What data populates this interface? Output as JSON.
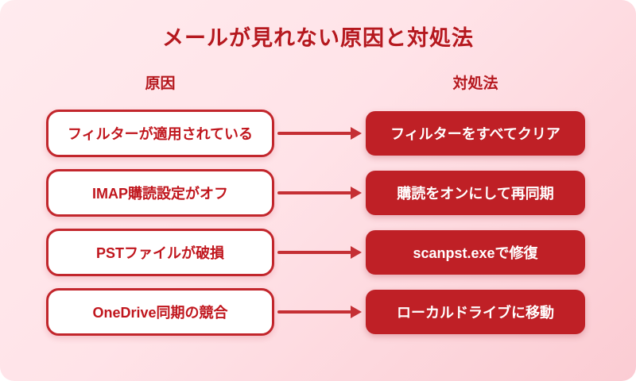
{
  "title": "メールが見れない原因と対処法",
  "columns": {
    "left": "原因",
    "right": "対処法"
  },
  "rows": [
    {
      "cause": "フィルターが適用されている",
      "solution": "フィルターをすべてクリア"
    },
    {
      "cause": "IMAP購読設定がオフ",
      "solution": "購読をオンにして再同期"
    },
    {
      "cause": "PSTファイルが破損",
      "solution": "scanpst.exeで修復"
    },
    {
      "cause": "OneDrive同期の競合",
      "solution": "ローカルドライブに移動"
    }
  ],
  "icons": {
    "arrow_right": "right-arrow"
  },
  "colors": {
    "accent_dark_red": "#b5181e",
    "cause_text_red": "#c0161d",
    "box_border_red": "#c2262c",
    "solution_fill_red": "#bf2026",
    "arrow_red": "#c52f34",
    "bg_gradient_top_left": "#ffebee",
    "bg_gradient_bottom_right": "#fbccd3"
  }
}
